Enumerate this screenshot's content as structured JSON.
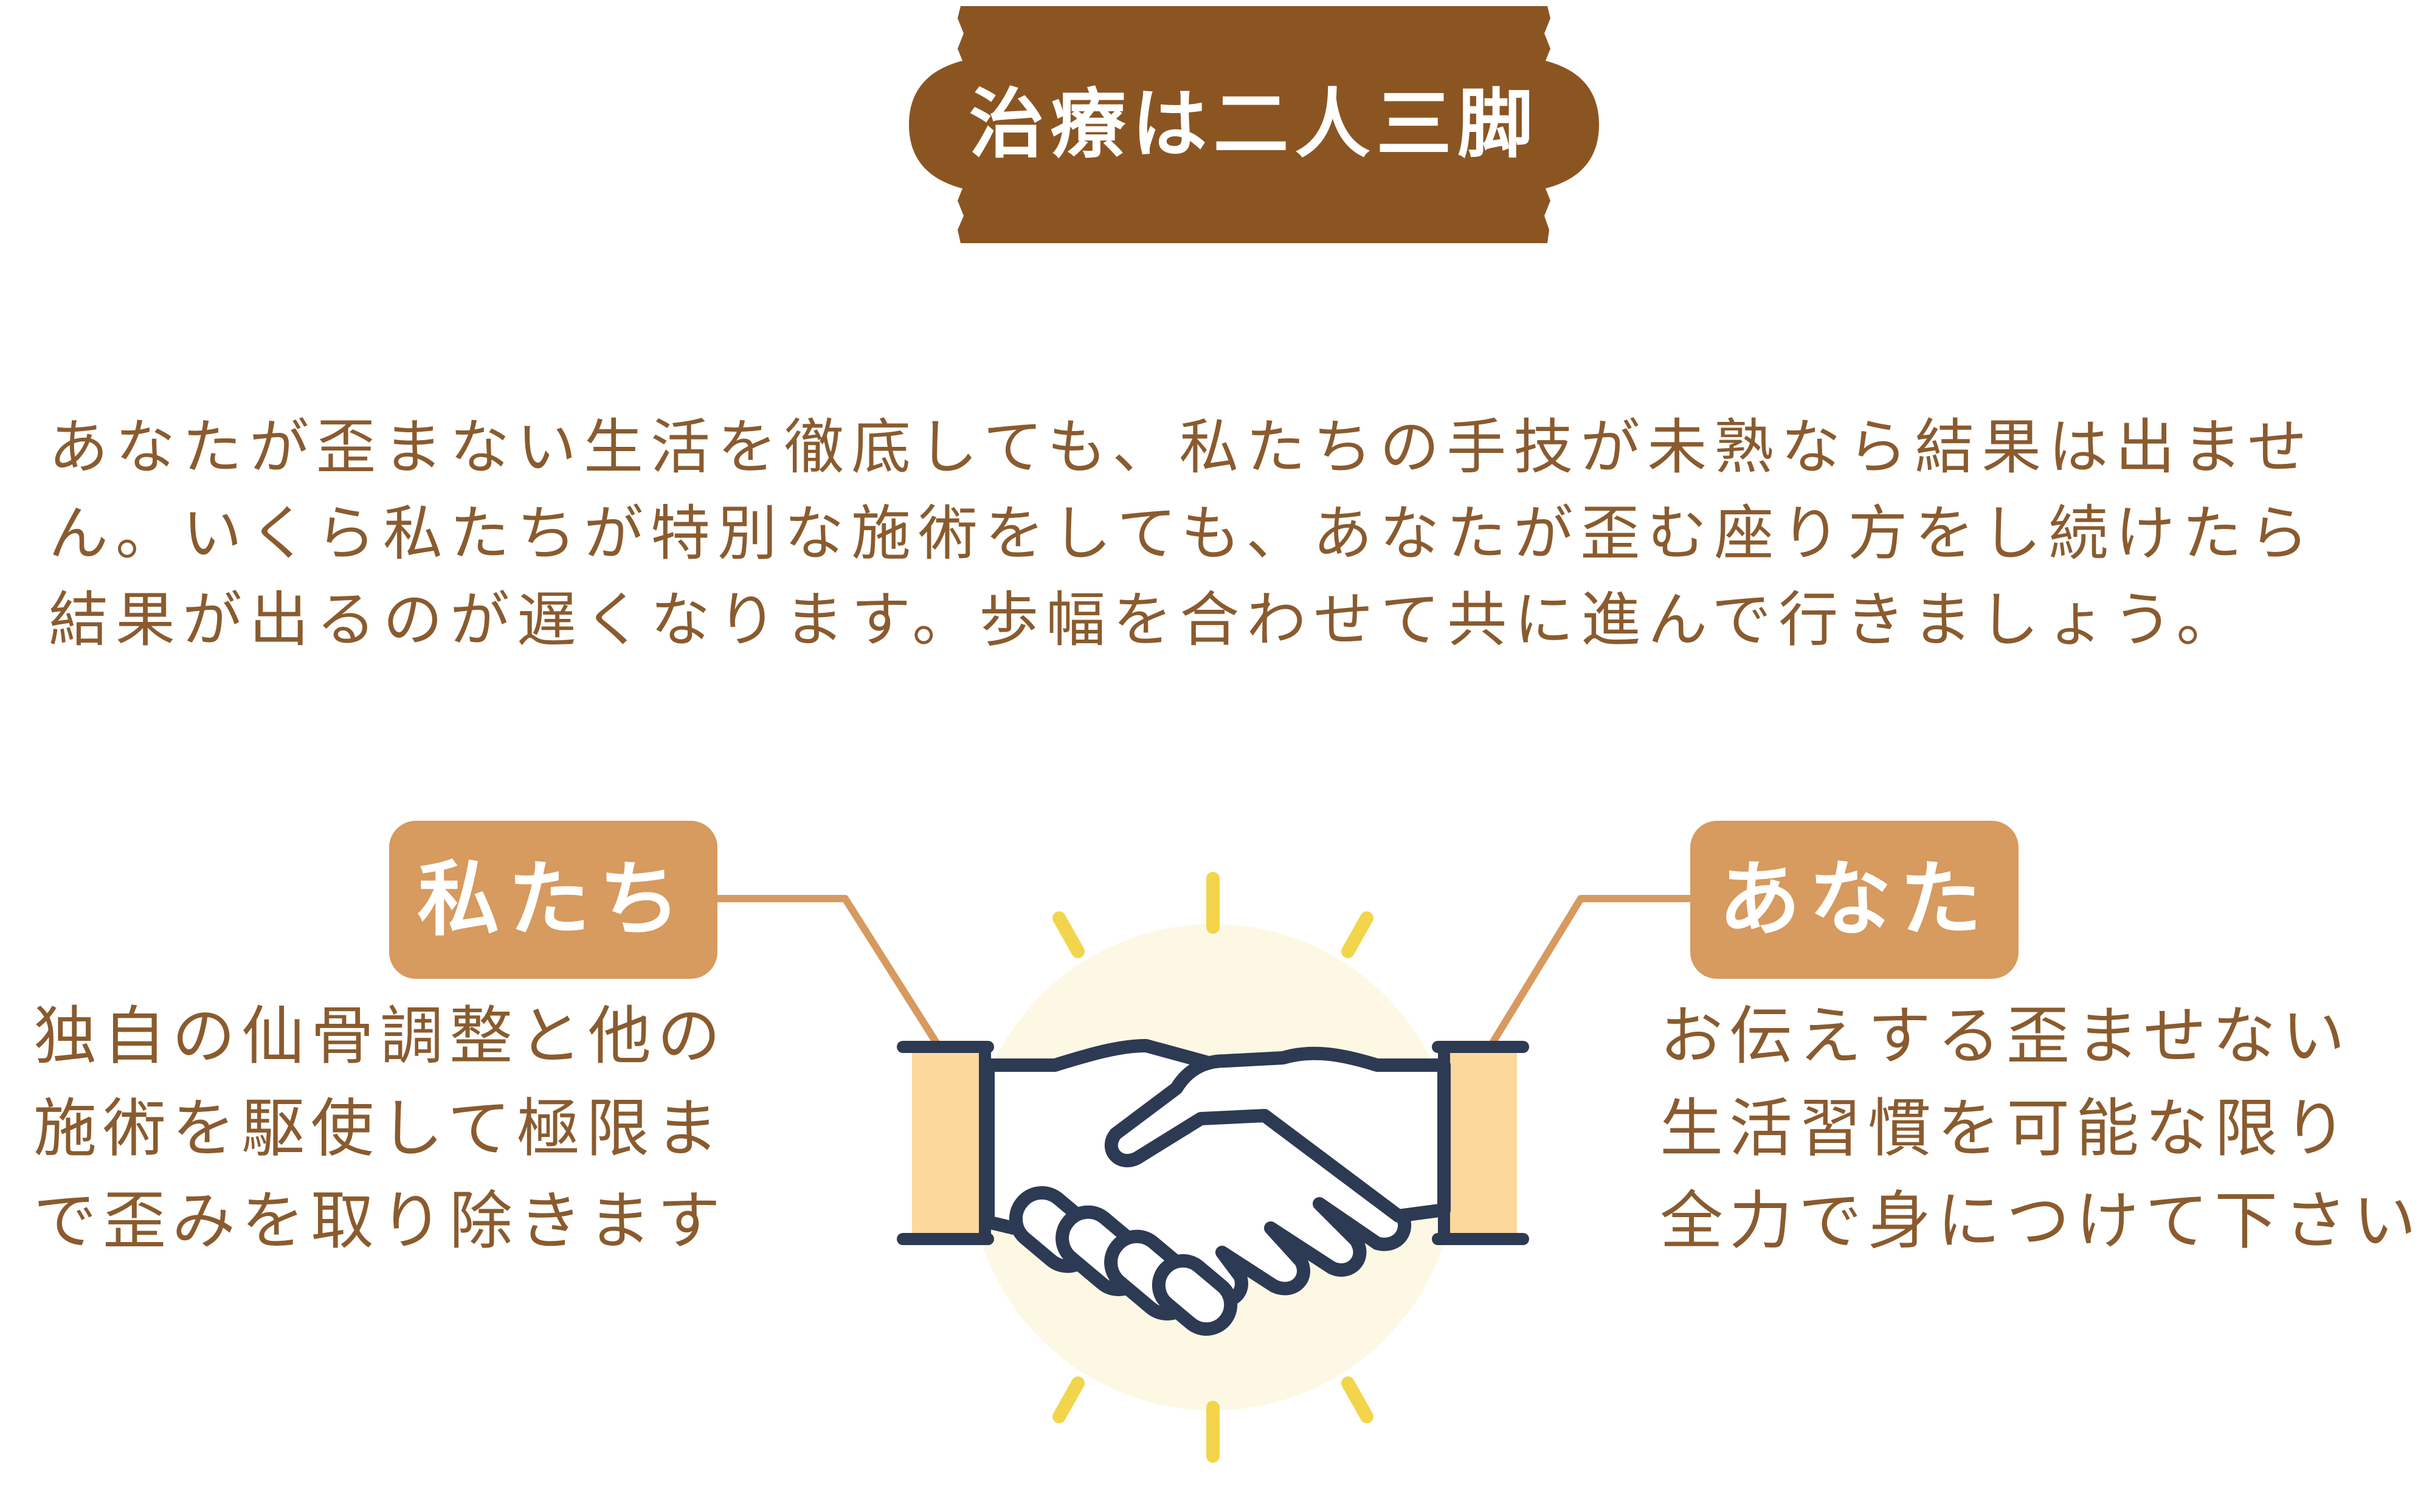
{
  "title": "治療は二人三脚",
  "intro_lines": [
    "あなたが歪まない生活を徹底しても、私たちの手技が未熟なら結果は出ませ",
    "ん。いくら私たちが特別な施術をしても、あなたが歪む座り方をし続けたら",
    "結果が出るのが遅くなります。歩幅を合わせて共に進んで行きましょう。"
  ],
  "left": {
    "label": "私たち",
    "lines": [
      "独自の仙骨調整と他の",
      "施術を駆使して極限ま",
      "で歪みを取り除きます"
    ]
  },
  "right": {
    "label": "あなた",
    "lines": [
      "お伝えする歪ませない",
      "生活習慣を可能な限り",
      "全力で身につけて下さい"
    ]
  },
  "icon": "handshake-icon",
  "colors": {
    "banner": "#8b5522",
    "label_bg": "#d79a5f",
    "text": "#8a5b2e",
    "cuff": "#fdd89c",
    "outline": "#2d3a54",
    "glow": "#fdf8e4",
    "rays": "#f3d54b"
  }
}
